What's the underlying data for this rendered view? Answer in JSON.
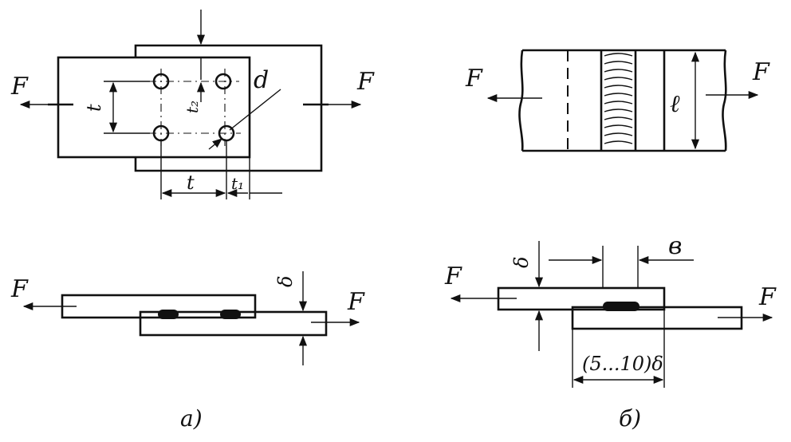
{
  "labels": {
    "force": "F",
    "pitch_t": "t",
    "edge_t1": "t₁",
    "row_t2": "t₂",
    "hole_d": "d",
    "weld_len_l": "ℓ",
    "thickness": "δ",
    "width_b": "в",
    "overlap": "(5...10)δ"
  },
  "captions": {
    "a": "а)",
    "b": "б)"
  }
}
